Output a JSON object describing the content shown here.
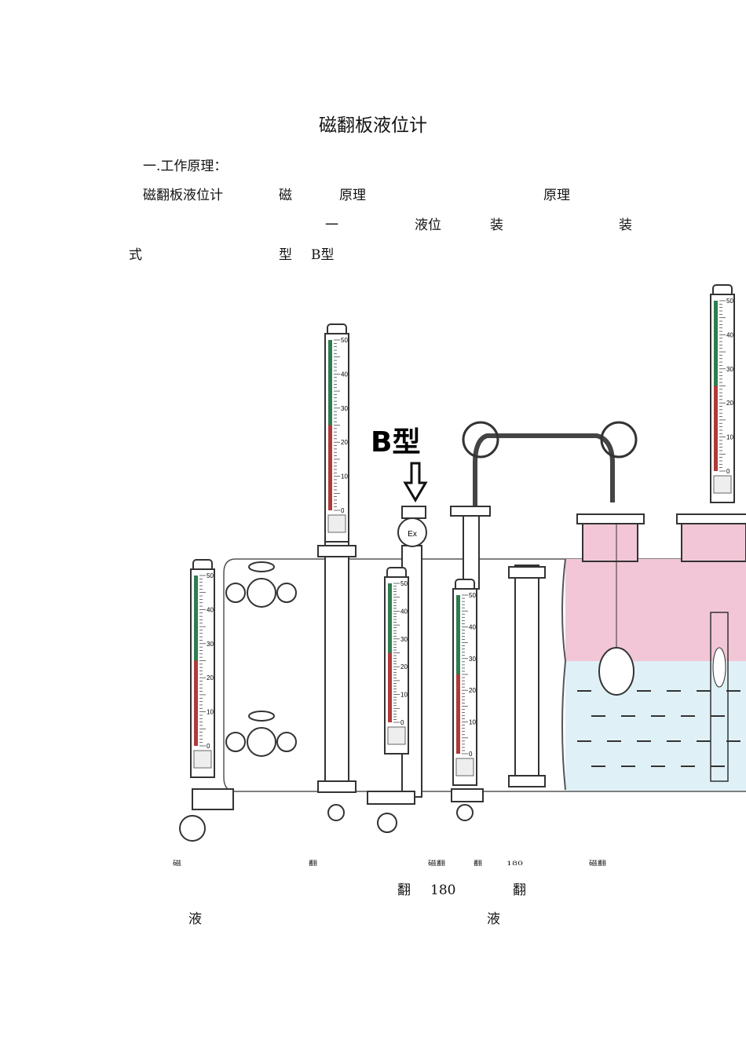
{
  "title": "磁翻板液位计",
  "section_heading": "一.工作原理：",
  "line1": [
    "磁翻板液位计",
    "磁",
    "原理",
    "原理"
  ],
  "line2": [
    "一",
    "液位",
    "装",
    "装"
  ],
  "line3": [
    "式",
    "型",
    "B型"
  ],
  "cut_line": [
    "磁",
    "翻",
    "磁翻",
    "翻",
    "180",
    "磁翻"
  ],
  "line5": [
    "翻",
    "180",
    "翻"
  ],
  "line6": [
    "液",
    "液"
  ],
  "diagram": {
    "callout": "B型",
    "ex_mark": "Ex",
    "scale_labels": [
      "50",
      "40",
      "30",
      "20",
      "10",
      "0"
    ],
    "colors": {
      "liquid_top": "#f2c6d6",
      "liquid_bottom": "#dff1f6",
      "scale_green": "#2e7d4f",
      "scale_red": "#b03a3a"
    }
  }
}
